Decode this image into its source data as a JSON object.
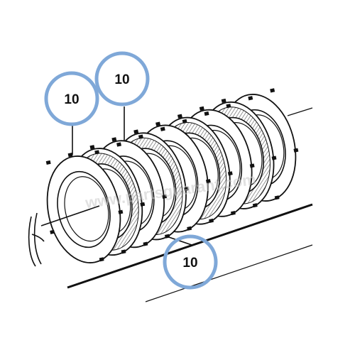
{
  "diagram": {
    "callouts": [
      {
        "id": "callout-a",
        "label": "10"
      },
      {
        "id": "callout-b",
        "label": "10"
      },
      {
        "id": "callout-c",
        "label": "10"
      }
    ],
    "watermark": "www.partsguarant.com",
    "colors": {
      "line": "#111111",
      "callout_ring": "#7fa8d8",
      "friction_hatch": "#555555",
      "watermark": "#c9c9c9"
    }
  }
}
